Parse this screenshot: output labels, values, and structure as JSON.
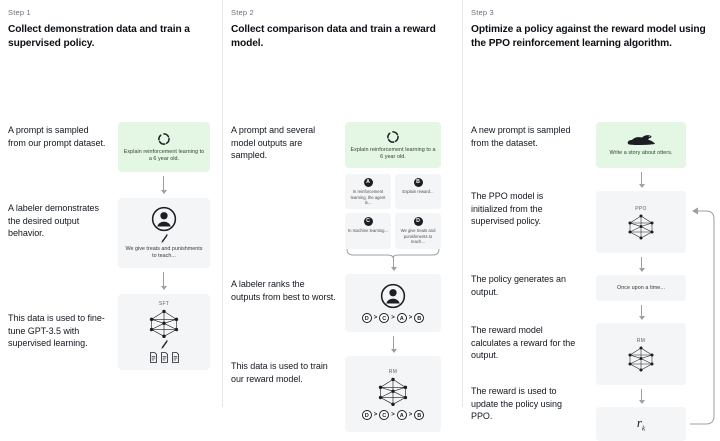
{
  "meta": {
    "title": "RLHF three-step training diagram",
    "accent_green": "#e4f6e4",
    "box_gray": "#f4f5f6",
    "text_color": "#13181f",
    "divider_color": "#e6e8ea"
  },
  "columns": [
    {
      "step_label": "Step 1",
      "title": "Collect demonstration data and train a supervised policy.",
      "captions": [
        "A prompt is sampled from our prompt dataset.",
        "A labeler demonstrates the desired output behavior.",
        "This data is used to fine-tune GPT-3.5 with supervised learning."
      ],
      "nodes": [
        {
          "kind": "prompt",
          "icon": "recycle-icon",
          "text": "Explain reinforcement learning to a 6 year old."
        },
        {
          "kind": "labeler",
          "icon": "person-icon",
          "text": "We give treats and punishments to teach..."
        },
        {
          "kind": "model",
          "icon": "network-icon",
          "label": "SFT",
          "text": ""
        }
      ]
    },
    {
      "step_label": "Step 2",
      "title": "Collect comparison data and train a reward model.",
      "captions": [
        "A prompt and several model outputs are sampled.",
        "A labeler ranks the outputs from best to worst.",
        "This data is used to train our reward model."
      ],
      "nodes": [
        {
          "kind": "prompt",
          "icon": "recycle-icon",
          "text": "Explain reinforcement learning to a 6 year old."
        },
        {
          "kind": "outputs",
          "options": [
            {
              "badge": "A",
              "text": "In reinforcement learning, the agent is..."
            },
            {
              "badge": "B",
              "text": "Explain reward..."
            },
            {
              "badge": "C",
              "text": "In machine learning..."
            },
            {
              "badge": "D",
              "text": "We give treats and punishments to teach..."
            }
          ]
        },
        {
          "kind": "labeler-rank",
          "icon": "person-icon",
          "ranking": [
            "D",
            "C",
            "A",
            "B"
          ]
        },
        {
          "kind": "model",
          "icon": "network-icon",
          "label": "RM",
          "ranking": [
            "D",
            "C",
            "A",
            "B"
          ]
        }
      ]
    },
    {
      "step_label": "Step 3",
      "title": "Optimize a policy against the reward model using the PPO reinforcement learning algorithm.",
      "captions": [
        "A new prompt is sampled from the dataset.",
        "The PPO model is initialized from the supervised policy.",
        "The policy generates an output.",
        "The reward model calculates a reward for the output.",
        "The reward is used to update the policy using PPO."
      ],
      "nodes": [
        {
          "kind": "prompt",
          "icon": "otter-icon",
          "text": "Write a story about otters."
        },
        {
          "kind": "model",
          "icon": "network-icon",
          "label": "PPO"
        },
        {
          "kind": "output",
          "text": "Once upon a time..."
        },
        {
          "kind": "model",
          "icon": "network-icon",
          "label": "RM"
        },
        {
          "kind": "reward",
          "symbol": "r",
          "subscript": "k"
        }
      ]
    }
  ]
}
